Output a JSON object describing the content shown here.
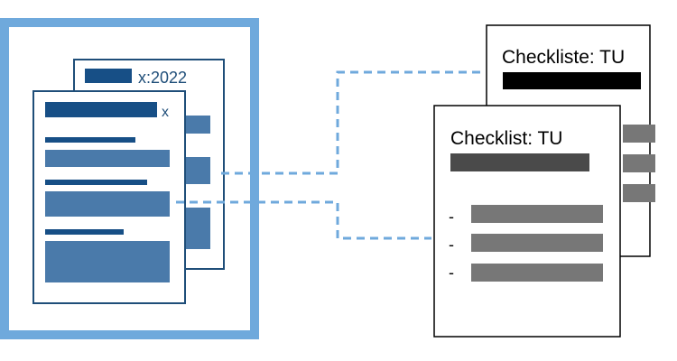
{
  "source_panel": {
    "back_doc": {
      "label": "x:2022"
    },
    "front_doc": {
      "label": "x"
    }
  },
  "checklists": {
    "back": {
      "title": "Checkliste: TU"
    },
    "front": {
      "title": "Checklist: TU",
      "bullets": [
        "-",
        "-",
        "-"
      ]
    }
  },
  "colors": {
    "frame_blue": "#6fa9dc",
    "doc_border": "#1f4e79",
    "doc_bar_dark": "#174f86",
    "doc_bar_mid": "#4a7aaa",
    "connector": "#6fa9dc",
    "checklist_bar_black": "#000000",
    "checklist_bar_dark": "#4a4a4a",
    "checklist_bar_grey": "#777777"
  }
}
